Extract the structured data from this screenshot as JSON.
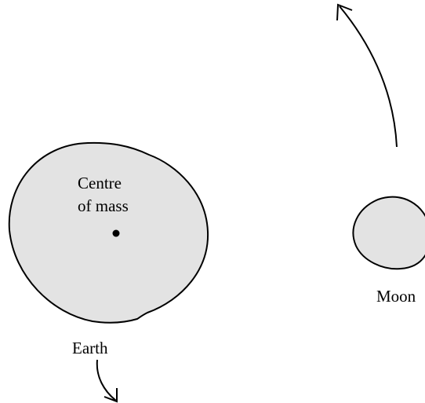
{
  "labels": {
    "centre_line1": "Centre",
    "centre_line2": "of mass",
    "earth": "Earth",
    "moon": "Moon"
  },
  "colors": {
    "body_fill": "#e3e3e3",
    "stroke": "#000000",
    "background": "#ffffff"
  }
}
